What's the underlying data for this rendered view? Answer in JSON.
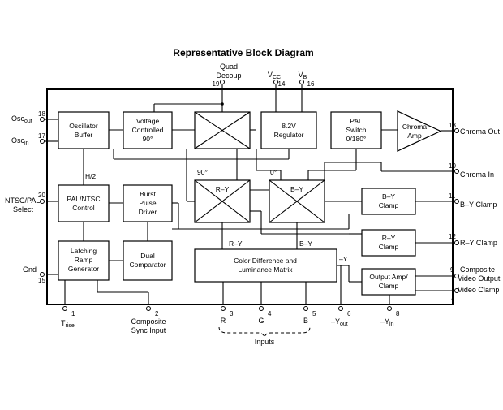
{
  "title": "Representative Block Diagram",
  "blocks": {
    "osc_buffer": [
      "Oscillator",
      "Buffer"
    ],
    "vco": [
      "Voltage",
      "Controlled",
      "90°"
    ],
    "regulator": [
      "8.2V",
      "Regulator"
    ],
    "pal_switch": [
      "PAL",
      "Switch",
      "0/180°"
    ],
    "chroma_amp": [
      "Chroma",
      "Amp"
    ],
    "pal_ntsc_control": [
      "PAL/NTSC",
      "Control"
    ],
    "burst_pulse": [
      "Burst",
      "Pulse",
      "Driver"
    ],
    "ry_demod": "R–Y",
    "by_demod": "B–Y",
    "by_clamp": [
      "B–Y",
      "Clamp"
    ],
    "ry_clamp": [
      "R–Y",
      "Clamp"
    ],
    "latching_ramp": [
      "Latching",
      "Ramp",
      "Generator"
    ],
    "dual_comparator": [
      "Dual",
      "Comparator"
    ],
    "matrix": [
      "Color Difference and",
      "Luminance Matrix"
    ],
    "output_amp": [
      "Output Amp/",
      "Clamp"
    ]
  },
  "pins_left": {
    "p18": {
      "num": "18",
      "base": "Osc",
      "sub": "out"
    },
    "p17": {
      "num": "17",
      "base": "Osc",
      "sub": "in"
    },
    "p20": {
      "num": "20",
      "line1": "NTSC/PAL",
      "line2": "Select"
    },
    "p15": {
      "num": "15",
      "label": "Gnd"
    }
  },
  "pins_top": {
    "p19": {
      "num": "19",
      "line1": "Quad",
      "line2": "Decoup"
    },
    "p14": {
      "num": "14",
      "base": "V",
      "sub": "CC"
    },
    "p16": {
      "num": "16",
      "base": "V",
      "sub": "B"
    }
  },
  "pins_right": {
    "p13": {
      "num": "13",
      "label": "Chroma Out"
    },
    "p10": {
      "num": "10",
      "label": "Chroma In"
    },
    "p11": {
      "num": "11",
      "label": "B–Y Clamp"
    },
    "p12": {
      "num": "12",
      "label": "R–Y Clamp"
    },
    "p9": {
      "num": "9",
      "line1": "Composite",
      "line2": "Video Output"
    },
    "p7": {
      "num": "7",
      "label": "Video Clamp"
    }
  },
  "pins_bottom": {
    "p1": {
      "num": "1",
      "base": "T",
      "sub": "rise"
    },
    "p2": {
      "num": "2",
      "line1": "Composite",
      "line2": "Sync Input"
    },
    "p3": {
      "num": "3",
      "label": "R"
    },
    "p4": {
      "num": "4",
      "label": "G"
    },
    "p5": {
      "num": "5",
      "label": "B"
    },
    "p6": {
      "num": "6",
      "base": "–Y",
      "sub": "out"
    },
    "p8": {
      "num": "8",
      "base": "–Y",
      "sub": "in"
    },
    "inputs_label": "Inputs"
  },
  "signals": {
    "h2": "H/2",
    "deg90": "90°",
    "deg0": "0°",
    "ry": "R–Y",
    "by": "B–Y",
    "neg_y": "–Y"
  }
}
